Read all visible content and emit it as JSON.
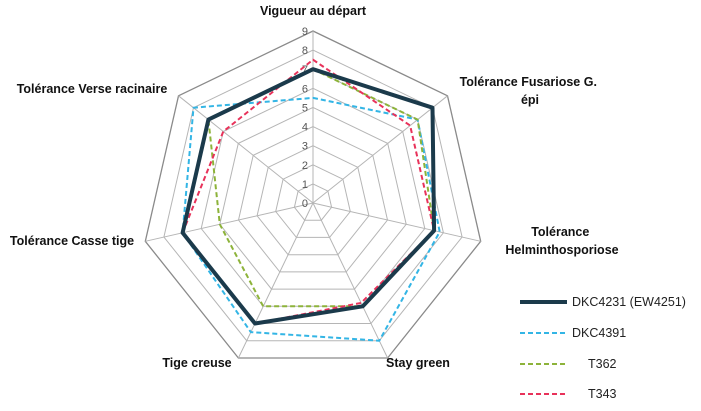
{
  "chart_data": {
    "type": "radar",
    "title": "",
    "axes": [
      "Vigueur au départ",
      "Tolérance Fusariose G. épi",
      "Tolérance Helminthosporiose",
      "Stay green",
      "Tige creuse",
      "Tolérance Casse tige",
      "Tolérance Verse racinaire"
    ],
    "range": [
      0,
      9
    ],
    "ticks": [
      "0",
      "1",
      "2",
      "3",
      "4",
      "5",
      "6",
      "7",
      "8",
      "9"
    ],
    "grid": true,
    "legend_position": "bottom-right",
    "series": [
      {
        "name": "DKC4231 (EW4251)",
        "values": [
          7,
          8,
          6.5,
          6,
          7,
          7,
          7
        ],
        "color": "#1b3a4b",
        "style": "solid"
      },
      {
        "name": "DKC4391",
        "values": [
          5.5,
          7,
          6.8,
          8,
          7.5,
          7,
          8
        ],
        "color": "#33b5e5",
        "style": "dashed"
      },
      {
        "name": "T362",
        "values": [
          7,
          7,
          6.5,
          6,
          6,
          5,
          7
        ],
        "color": "#8db33a",
        "style": "dashed"
      },
      {
        "name": "T343",
        "values": [
          7.5,
          6.5,
          6.5,
          5.8,
          7,
          7,
          6
        ],
        "color": "#e8325a",
        "style": "dashed"
      }
    ]
  }
}
